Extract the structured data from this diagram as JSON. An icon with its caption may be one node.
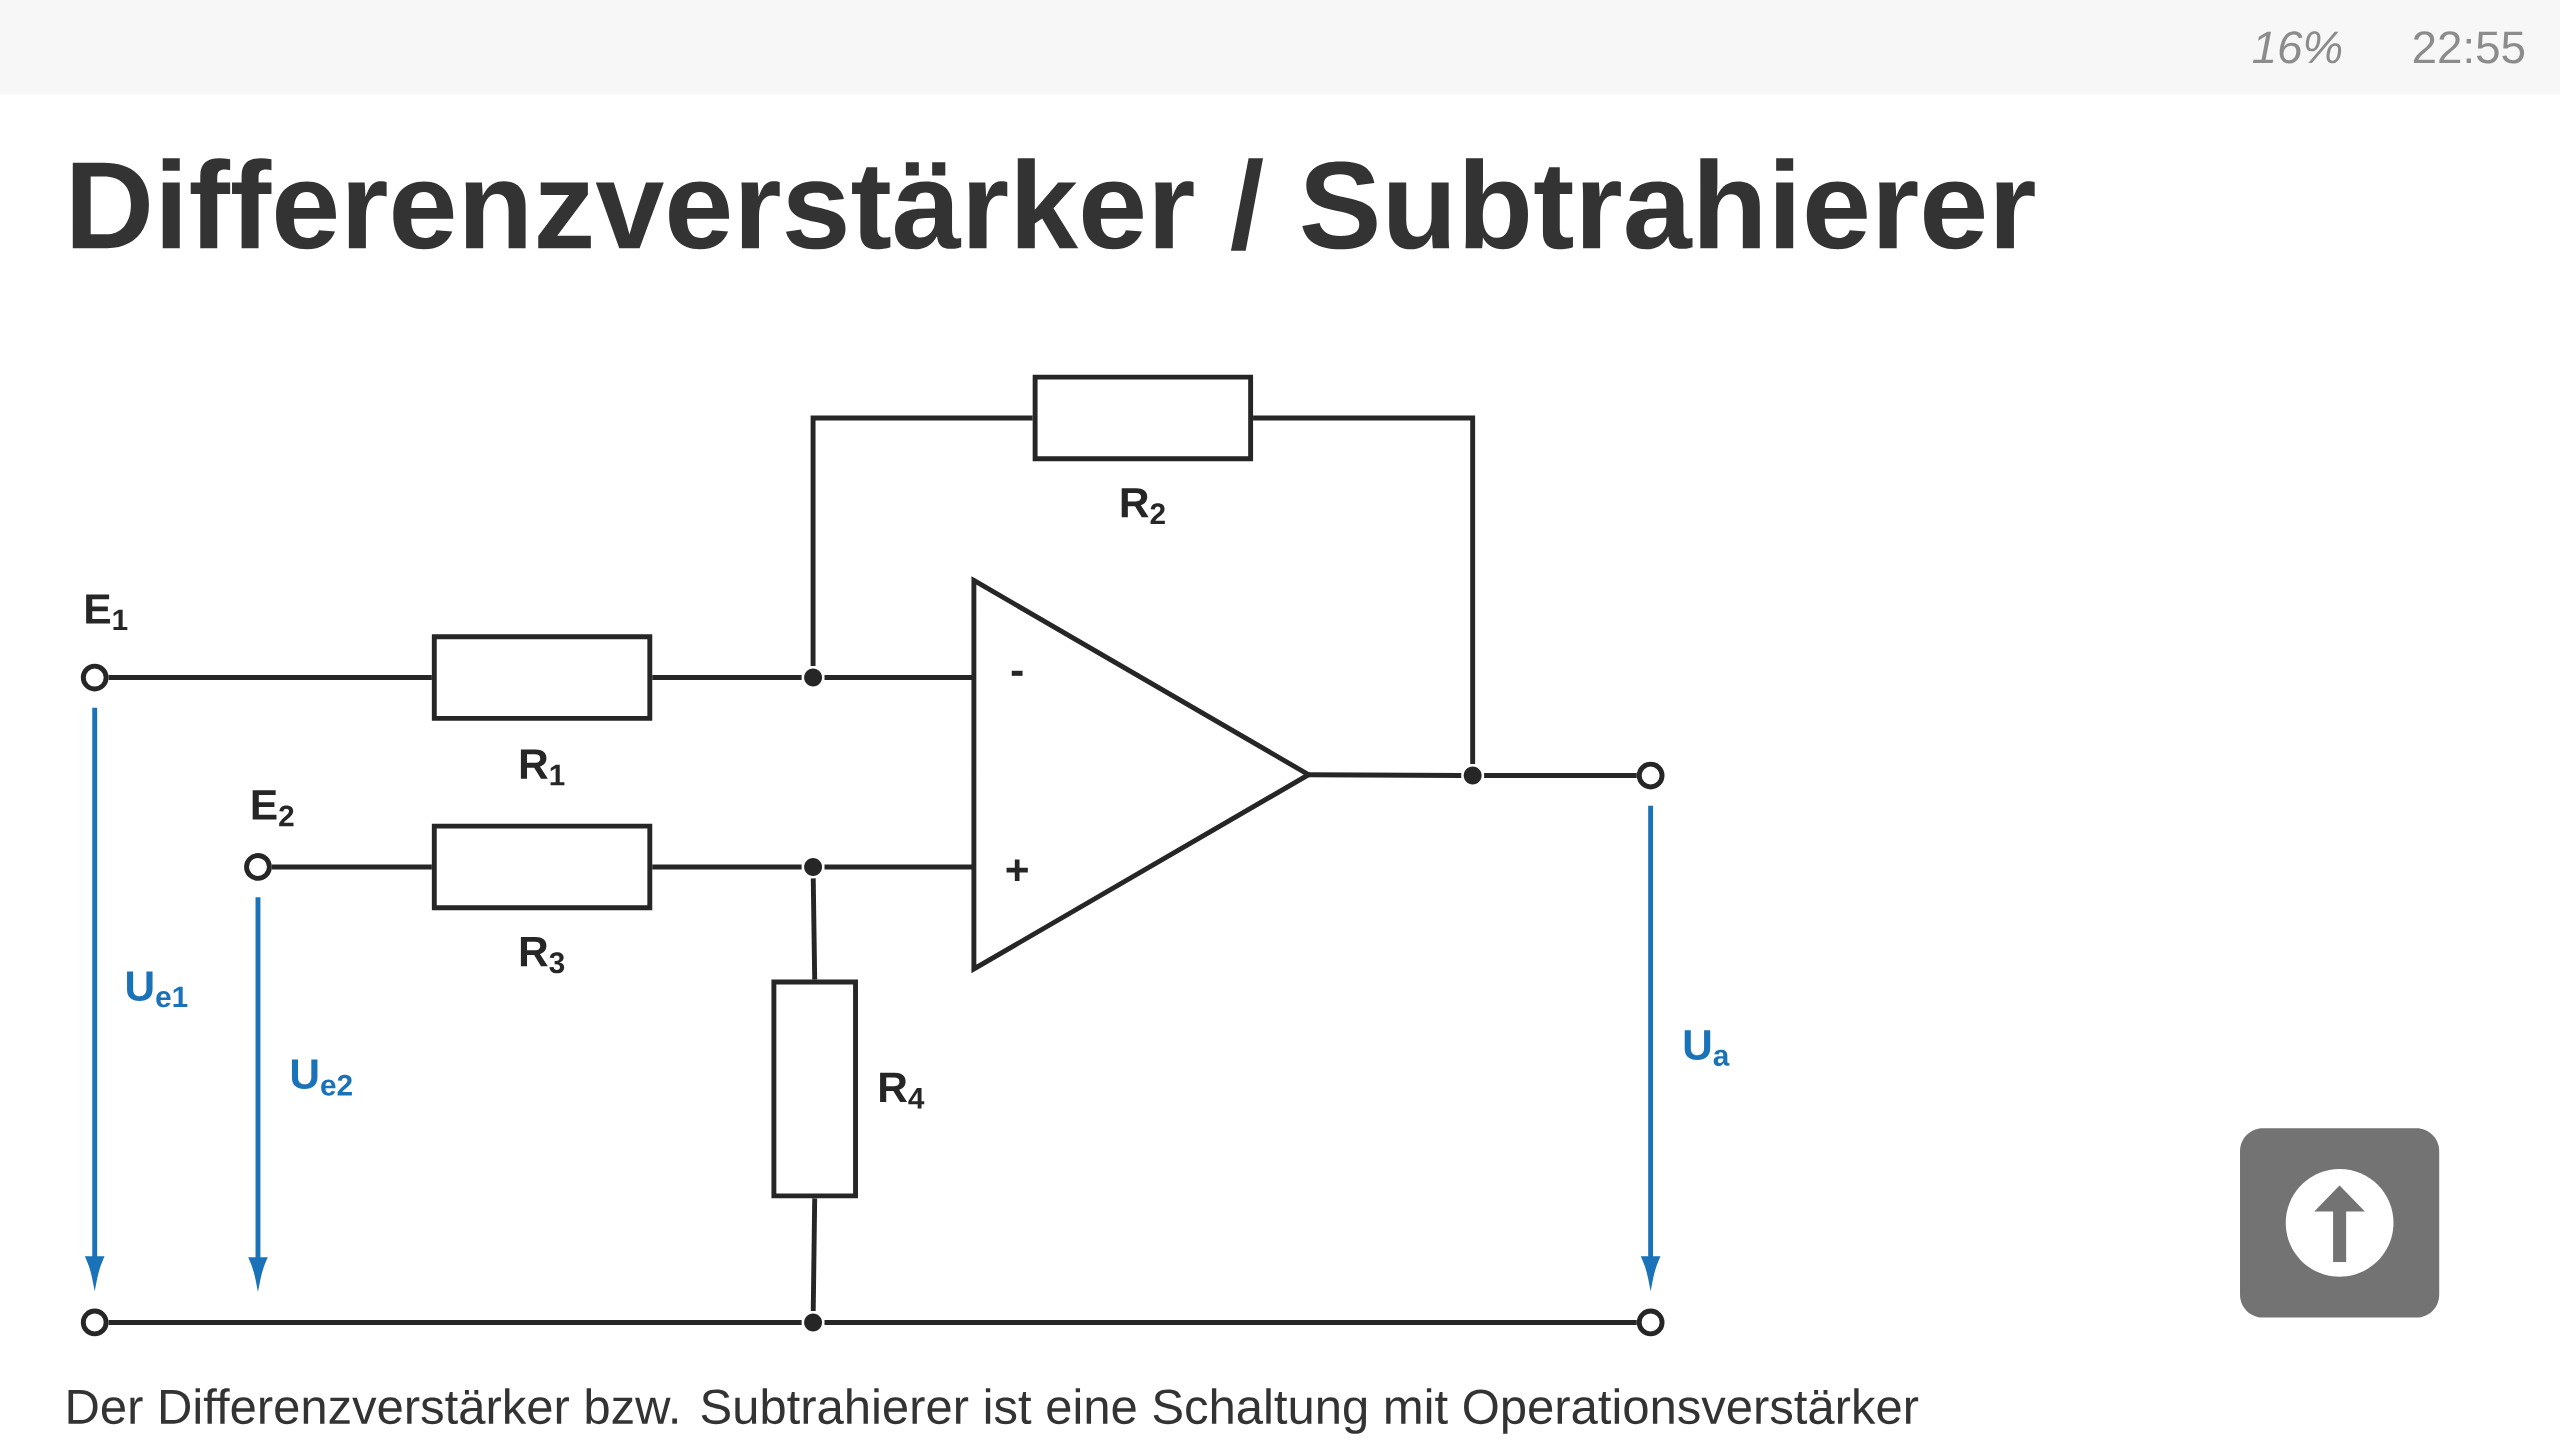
{
  "diagram": {
    "title": "Differenzverstärker / Subtrahierer",
    "nodes": [
      {
        "text": [
          "E$_{1}$"
        ]
      },
      {
        "text": [
          "E$_{2}$"
        ]
      },
      {
        "text": [
          "R$_{1}$"
        ]
      },
      {
        "text": [
          "R$_{3}$"
        ]
      },
      {
        "text": [
          "R$_{2}$"
        ]
      },
      {
        "text": [
          "R$_{4}$"
        ]
      },
      {
        "text": [
          "-",
          "+"
        ]
      },
      {
        "text": [],
        "shape": "circle"
      },
      {
        "text": [],
        "shape": "circle"
      },
      {
        "text": [],
        "shape": "circle"
      },
      {
        "text": [],
        "shape": "dot"
      },
      {
        "text": [],
        "shape": "dot"
      },
      {
        "text": [],
        "shape": "dot"
      },
      {
        "text": [],
        "shape": "dot"
      }
    ],
    "edges": [
      {
        "from": 0,
        "to": 2,
        "arrow": "none"
      },
      {
        "from": 2,
        "to": 10,
        "arrow": "none"
      },
      {
        "from": 10,
        "to": 6,
        "arrow": "none"
      },
      {
        "from": 10,
        "to": 4,
        "arrow": "none"
      },
      {
        "from": 4,
        "to": 12,
        "arrow": "none"
      },
      {
        "from": 6,
        "to": 12,
        "arrow": "none"
      },
      {
        "from": 12,
        "to": 7,
        "arrow": "none"
      },
      {
        "from": 1,
        "to": 3,
        "arrow": "none"
      },
      {
        "from": 3,
        "to": 11,
        "arrow": "none"
      },
      {
        "from": 11,
        "to": 6,
        "arrow": "none"
      },
      {
        "from": 11,
        "to": 5,
        "arrow": "none"
      },
      {
        "from": 5,
        "to": 13,
        "arrow": "none"
      },
      {
        "from": 8,
        "to": 13,
        "arrow": "none"
      },
      {
        "from": 13,
        "to": 9,
        "arrow": "none"
      },
      {
        "from": 0,
        "to": 8,
        "arrow": "to",
        "label": "U$_{e1}$",
        "color": "#1a73b8"
      },
      {
        "from": 1,
        "to": null,
        "arrow": "to",
        "label": "U$_{e2}$",
        "color": "#1a73b8"
      },
      {
        "from": 7,
        "to": 9,
        "arrow": "to",
        "label": "U$_{a}$",
        "color": "#1a73b8"
      }
    ],
    "labels": [
      "16%",
      "22:55",
      "Der Differenzverstärker bzw. Subtrahierer ist eine Schaltung mit Operationsverstärker"
    ]
  }
}
